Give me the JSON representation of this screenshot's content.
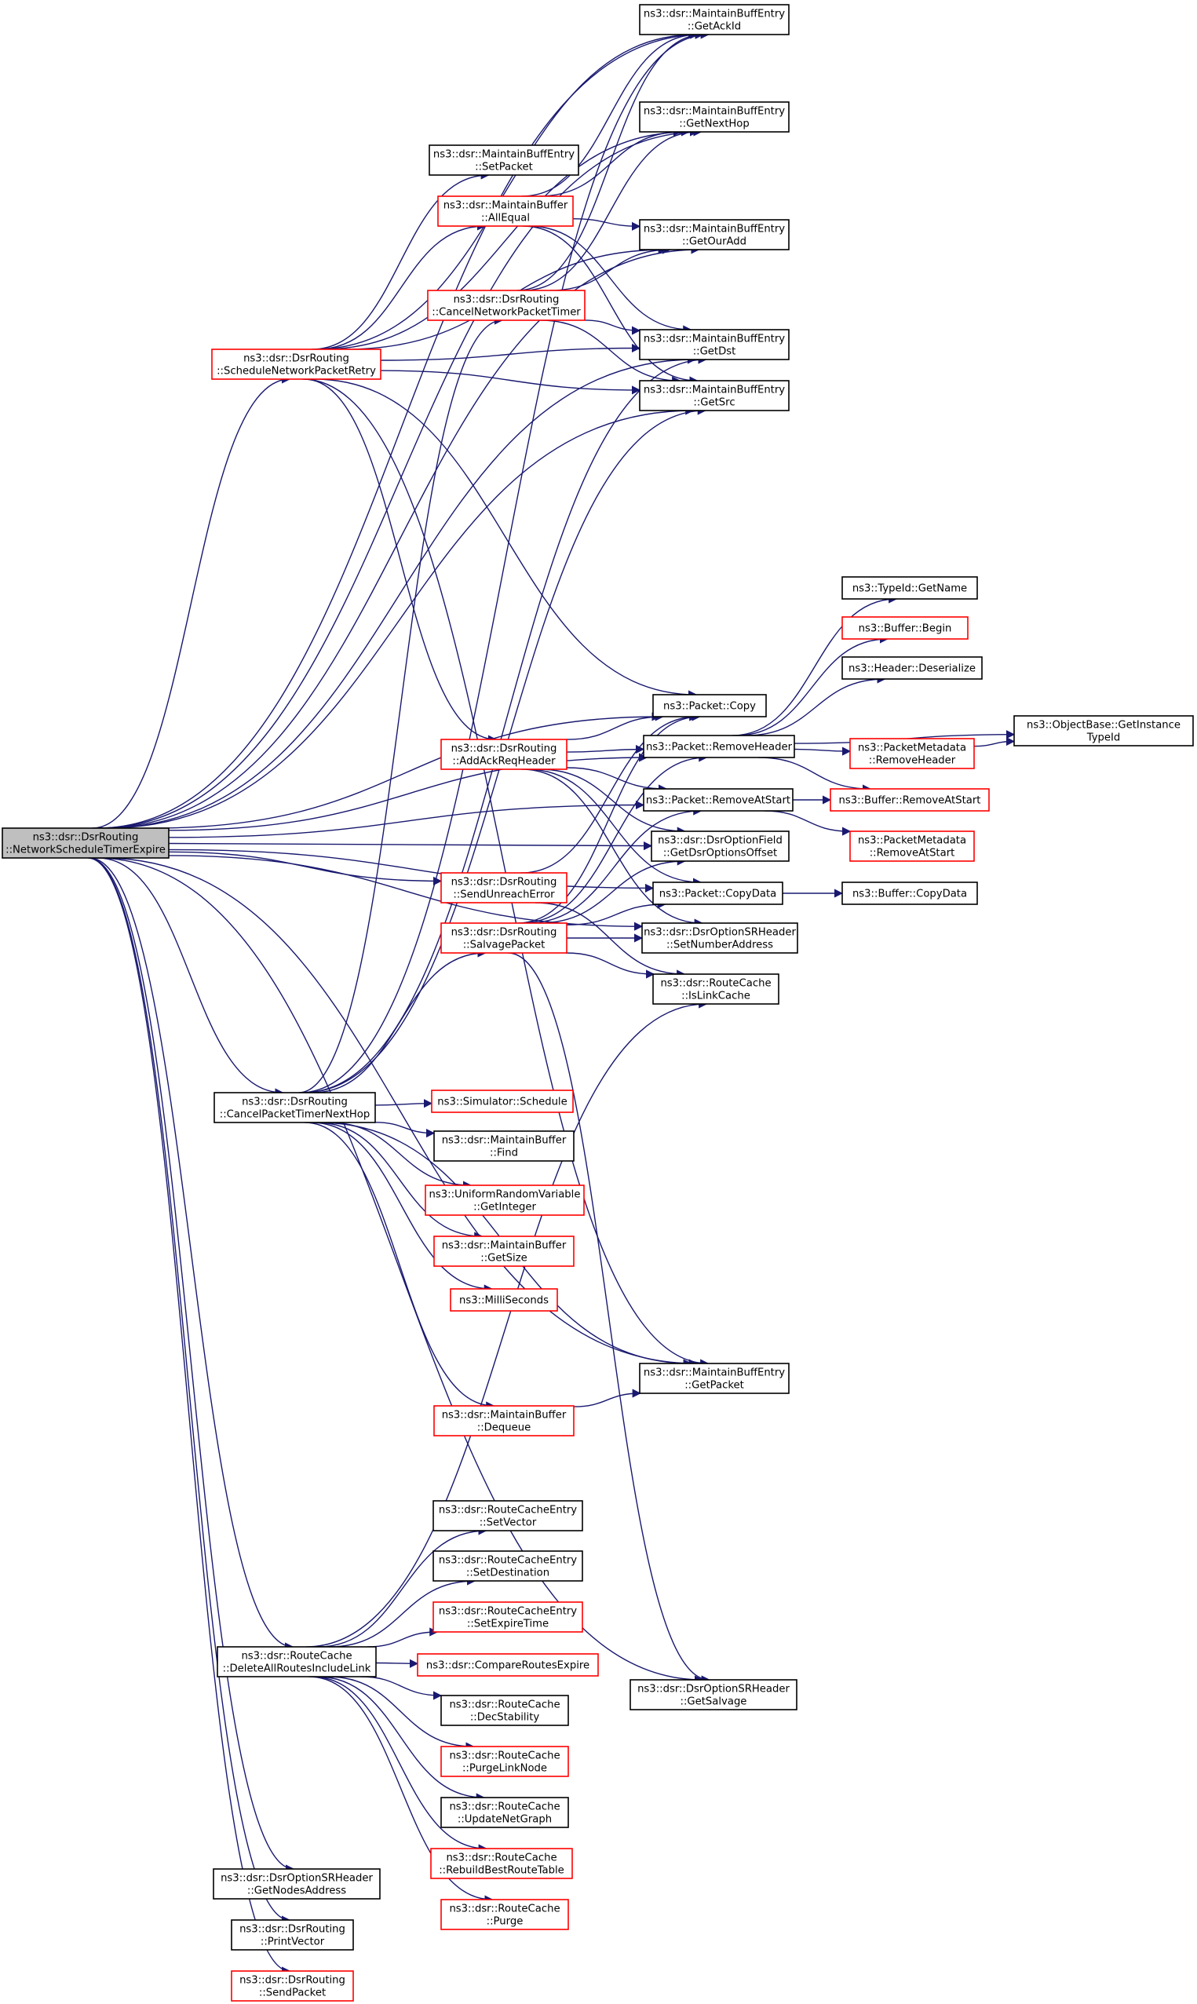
{
  "colors": {
    "edge": "#191970",
    "default_border": "#000000",
    "red_border": "#ff0000",
    "root_fill": "#bfbfbf",
    "node_fill": "#ffffff"
  },
  "nodes": [
    {
      "id": "root",
      "lines": [
        "ns3::dsr::DsrRouting",
        "::NetworkScheduleTimerExpire"
      ],
      "style": "root"
    },
    {
      "id": "getAckId",
      "lines": [
        "ns3::dsr::MaintainBuffEntry",
        "::GetAckId"
      ],
      "style": "black"
    },
    {
      "id": "getNextHop",
      "lines": [
        "ns3::dsr::MaintainBuffEntry",
        "::GetNextHop"
      ],
      "style": "black"
    },
    {
      "id": "setPacket",
      "lines": [
        "ns3::dsr::MaintainBuffEntry",
        "::SetPacket"
      ],
      "style": "black"
    },
    {
      "id": "allEqual",
      "lines": [
        "ns3::dsr::MaintainBuffer",
        "::AllEqual"
      ],
      "style": "red"
    },
    {
      "id": "getOurAdd",
      "lines": [
        "ns3::dsr::MaintainBuffEntry",
        "::GetOurAdd"
      ],
      "style": "black"
    },
    {
      "id": "cancelNetwork",
      "lines": [
        "ns3::dsr::DsrRouting",
        "::CancelNetworkPacketTimer"
      ],
      "style": "red"
    },
    {
      "id": "getDst",
      "lines": [
        "ns3::dsr::MaintainBuffEntry",
        "::GetDst"
      ],
      "style": "black"
    },
    {
      "id": "scheduleRetry",
      "lines": [
        "ns3::dsr::DsrRouting",
        "::ScheduleNetworkPacketRetry"
      ],
      "style": "red"
    },
    {
      "id": "getSrc",
      "lines": [
        "ns3::dsr::MaintainBuffEntry",
        "::GetSrc"
      ],
      "style": "black"
    },
    {
      "id": "typeIdGetName",
      "lines": [
        "ns3::TypeId::GetName"
      ],
      "style": "black"
    },
    {
      "id": "bufferBegin",
      "lines": [
        "ns3::Buffer::Begin"
      ],
      "style": "red"
    },
    {
      "id": "headerDeserialize",
      "lines": [
        "ns3::Header::Deserialize"
      ],
      "style": "black"
    },
    {
      "id": "packetCopy",
      "lines": [
        "ns3::Packet::Copy"
      ],
      "style": "black"
    },
    {
      "id": "objectBase",
      "lines": [
        "ns3::ObjectBase::GetInstance",
        "TypeId"
      ],
      "style": "black"
    },
    {
      "id": "addAckReq",
      "lines": [
        "ns3::dsr::DsrRouting",
        "::AddAckReqHeader"
      ],
      "style": "red"
    },
    {
      "id": "packetRemoveHeader",
      "lines": [
        "ns3::Packet::RemoveHeader"
      ],
      "style": "black"
    },
    {
      "id": "pmRemoveHeader",
      "lines": [
        "ns3::PacketMetadata",
        "::RemoveHeader"
      ],
      "style": "red"
    },
    {
      "id": "packetRemoveAtStart",
      "lines": [
        "ns3::Packet::RemoveAtStart"
      ],
      "style": "black"
    },
    {
      "id": "bufferRemoveAtStart",
      "lines": [
        "ns3::Buffer::RemoveAtStart"
      ],
      "style": "red"
    },
    {
      "id": "getDsrOptionsOffset",
      "lines": [
        "ns3::dsr::DsrOptionField",
        "::GetDsrOptionsOffset"
      ],
      "style": "black"
    },
    {
      "id": "pmRemoveAtStart",
      "lines": [
        "ns3::PacketMetadata",
        "::RemoveAtStart"
      ],
      "style": "red"
    },
    {
      "id": "sendUnreach",
      "lines": [
        "ns3::dsr::DsrRouting",
        "::SendUnreachError"
      ],
      "style": "red"
    },
    {
      "id": "packetCopyData",
      "lines": [
        "ns3::Packet::CopyData"
      ],
      "style": "black"
    },
    {
      "id": "bufferCopyData",
      "lines": [
        "ns3::Buffer::CopyData"
      ],
      "style": "black"
    },
    {
      "id": "salvagePacket",
      "lines": [
        "ns3::dsr::DsrRouting",
        "::SalvagePacket"
      ],
      "style": "red"
    },
    {
      "id": "setNumberAddress",
      "lines": [
        "ns3::dsr::DsrOptionSRHeader",
        "::SetNumberAddress"
      ],
      "style": "black"
    },
    {
      "id": "isLinkCache",
      "lines": [
        "ns3::dsr::RouteCache",
        "::IsLinkCache"
      ],
      "style": "black"
    },
    {
      "id": "cancelTimerNextHop",
      "lines": [
        "ns3::dsr::DsrRouting",
        "::CancelPacketTimerNextHop"
      ],
      "style": "black"
    },
    {
      "id": "simSchedule",
      "lines": [
        "ns3::Simulator::Schedule"
      ],
      "style": "red"
    },
    {
      "id": "mbFind",
      "lines": [
        "ns3::dsr::MaintainBuffer",
        "::Find"
      ],
      "style": "black"
    },
    {
      "id": "uniformGetInteger",
      "lines": [
        "ns3::UniformRandomVariable",
        "::GetInteger"
      ],
      "style": "red"
    },
    {
      "id": "mbGetSize",
      "lines": [
        "ns3::dsr::MaintainBuffer",
        "::GetSize"
      ],
      "style": "red"
    },
    {
      "id": "milliSeconds",
      "lines": [
        "ns3::MilliSeconds"
      ],
      "style": "red"
    },
    {
      "id": "getPacket",
      "lines": [
        "ns3::dsr::MaintainBuffEntry",
        "::GetPacket"
      ],
      "style": "black"
    },
    {
      "id": "mbDequeue",
      "lines": [
        "ns3::dsr::MaintainBuffer",
        "::Dequeue"
      ],
      "style": "red"
    },
    {
      "id": "rceSetVector",
      "lines": [
        "ns3::dsr::RouteCacheEntry",
        "::SetVector"
      ],
      "style": "black"
    },
    {
      "id": "rceSetDestination",
      "lines": [
        "ns3::dsr::RouteCacheEntry",
        "::SetDestination"
      ],
      "style": "black"
    },
    {
      "id": "rceSetExpireTime",
      "lines": [
        "ns3::dsr::RouteCacheEntry",
        "::SetExpireTime"
      ],
      "style": "red"
    },
    {
      "id": "deleteAllRoutes",
      "lines": [
        "ns3::dsr::RouteCache",
        "::DeleteAllRoutesIncludeLink"
      ],
      "style": "black"
    },
    {
      "id": "compareRoutes",
      "lines": [
        "ns3::dsr::CompareRoutesExpire"
      ],
      "style": "red"
    },
    {
      "id": "getSalvage",
      "lines": [
        "ns3::dsr::DsrOptionSRHeader",
        "::GetSalvage"
      ],
      "style": "black"
    },
    {
      "id": "decStability",
      "lines": [
        "ns3::dsr::RouteCache",
        "::DecStability"
      ],
      "style": "black"
    },
    {
      "id": "purgeLinkNode",
      "lines": [
        "ns3::dsr::RouteCache",
        "::PurgeLinkNode"
      ],
      "style": "red"
    },
    {
      "id": "updateNetGraph",
      "lines": [
        "ns3::dsr::RouteCache",
        "::UpdateNetGraph"
      ],
      "style": "black"
    },
    {
      "id": "rebuildBest",
      "lines": [
        "ns3::dsr::RouteCache",
        "::RebuildBestRouteTable"
      ],
      "style": "red"
    },
    {
      "id": "rcPurge",
      "lines": [
        "ns3::dsr::RouteCache",
        "::Purge"
      ],
      "style": "red"
    },
    {
      "id": "getNodesAddress",
      "lines": [
        "ns3::dsr::DsrOptionSRHeader",
        "::GetNodesAddress"
      ],
      "style": "black"
    },
    {
      "id": "printVector",
      "lines": [
        "ns3::dsr::DsrRouting",
        "::PrintVector"
      ],
      "style": "black"
    },
    {
      "id": "sendPacket",
      "lines": [
        "ns3::dsr::DsrRouting",
        "::SendPacket"
      ],
      "style": "red"
    }
  ],
  "edges": [
    [
      "root",
      "getAckId"
    ],
    [
      "root",
      "getNextHop"
    ],
    [
      "root",
      "getOurAdd"
    ],
    [
      "root",
      "scheduleRetry"
    ],
    [
      "root",
      "getDst"
    ],
    [
      "root",
      "getSrc"
    ],
    [
      "root",
      "packetCopy"
    ],
    [
      "root",
      "packetRemoveHeader"
    ],
    [
      "root",
      "packetRemoveAtStart"
    ],
    [
      "root",
      "getDsrOptionsOffset"
    ],
    [
      "root",
      "sendUnreach"
    ],
    [
      "root",
      "packetCopyData"
    ],
    [
      "root",
      "setNumberAddress"
    ],
    [
      "root",
      "cancelTimerNextHop"
    ],
    [
      "root",
      "getPacket"
    ],
    [
      "root",
      "deleteAllRoutes"
    ],
    [
      "root",
      "getSalvage"
    ],
    [
      "root",
      "getNodesAddress"
    ],
    [
      "root",
      "printVector"
    ],
    [
      "root",
      "sendPacket"
    ],
    [
      "scheduleRetry",
      "getAckId"
    ],
    [
      "scheduleRetry",
      "getNextHop"
    ],
    [
      "scheduleRetry",
      "setPacket"
    ],
    [
      "scheduleRetry",
      "allEqual"
    ],
    [
      "scheduleRetry",
      "getOurAdd"
    ],
    [
      "scheduleRetry",
      "getDst"
    ],
    [
      "scheduleRetry",
      "getSrc"
    ],
    [
      "scheduleRetry",
      "packetCopy"
    ],
    [
      "scheduleRetry",
      "addAckReq"
    ],
    [
      "scheduleRetry",
      "getPacket"
    ],
    [
      "allEqual",
      "getAckId"
    ],
    [
      "allEqual",
      "getNextHop"
    ],
    [
      "allEqual",
      "getOurAdd"
    ],
    [
      "allEqual",
      "getDst"
    ],
    [
      "allEqual",
      "getSrc"
    ],
    [
      "cancelNetwork",
      "getAckId"
    ],
    [
      "cancelNetwork",
      "getNextHop"
    ],
    [
      "cancelNetwork",
      "getOurAdd"
    ],
    [
      "cancelNetwork",
      "getDst"
    ],
    [
      "cancelNetwork",
      "getSrc"
    ],
    [
      "addAckReq",
      "packetCopy"
    ],
    [
      "addAckReq",
      "packetRemoveHeader"
    ],
    [
      "addAckReq",
      "packetRemoveAtStart"
    ],
    [
      "addAckReq",
      "getDsrOptionsOffset"
    ],
    [
      "addAckReq",
      "packetCopyData"
    ],
    [
      "addAckReq",
      "setNumberAddress"
    ],
    [
      "packetRemoveHeader",
      "typeIdGetName"
    ],
    [
      "packetRemoveHeader",
      "bufferBegin"
    ],
    [
      "packetRemoveHeader",
      "headerDeserialize"
    ],
    [
      "packetRemoveHeader",
      "objectBase"
    ],
    [
      "packetRemoveHeader",
      "pmRemoveHeader"
    ],
    [
      "packetRemoveHeader",
      "bufferRemoveAtStart"
    ],
    [
      "pmRemoveHeader",
      "objectBase"
    ],
    [
      "packetRemoveAtStart",
      "bufferRemoveAtStart"
    ],
    [
      "packetRemoveAtStart",
      "pmRemoveAtStart"
    ],
    [
      "packetCopyData",
      "bufferCopyData"
    ],
    [
      "sendUnreach",
      "packetCopy"
    ],
    [
      "sendUnreach",
      "isLinkCache"
    ],
    [
      "salvagePacket",
      "packetCopy"
    ],
    [
      "salvagePacket",
      "packetRemoveHeader"
    ],
    [
      "salvagePacket",
      "packetRemoveAtStart"
    ],
    [
      "salvagePacket",
      "getDsrOptionsOffset"
    ],
    [
      "salvagePacket",
      "packetCopyData"
    ],
    [
      "salvagePacket",
      "setNumberAddress"
    ],
    [
      "salvagePacket",
      "isLinkCache"
    ],
    [
      "salvagePacket",
      "getSalvage"
    ],
    [
      "cancelTimerNextHop",
      "getAckId"
    ],
    [
      "cancelTimerNextHop",
      "cancelNetwork"
    ],
    [
      "cancelTimerNextHop",
      "getDst"
    ],
    [
      "cancelTimerNextHop",
      "getSrc"
    ],
    [
      "cancelTimerNextHop",
      "salvagePacket"
    ],
    [
      "cancelTimerNextHop",
      "simSchedule"
    ],
    [
      "cancelTimerNextHop",
      "mbFind"
    ],
    [
      "cancelTimerNextHop",
      "uniformGetInteger"
    ],
    [
      "cancelTimerNextHop",
      "mbGetSize"
    ],
    [
      "cancelTimerNextHop",
      "milliSeconds"
    ],
    [
      "cancelTimerNextHop",
      "getPacket"
    ],
    [
      "cancelTimerNextHop",
      "mbDequeue"
    ],
    [
      "mbDequeue",
      "getPacket"
    ],
    [
      "deleteAllRoutes",
      "isLinkCache"
    ],
    [
      "deleteAllRoutes",
      "rceSetVector"
    ],
    [
      "deleteAllRoutes",
      "rceSetDestination"
    ],
    [
      "deleteAllRoutes",
      "rceSetExpireTime"
    ],
    [
      "deleteAllRoutes",
      "compareRoutes"
    ],
    [
      "deleteAllRoutes",
      "decStability"
    ],
    [
      "deleteAllRoutes",
      "purgeLinkNode"
    ],
    [
      "deleteAllRoutes",
      "updateNetGraph"
    ],
    [
      "deleteAllRoutes",
      "rebuildBest"
    ],
    [
      "deleteAllRoutes",
      "rcPurge"
    ]
  ]
}
